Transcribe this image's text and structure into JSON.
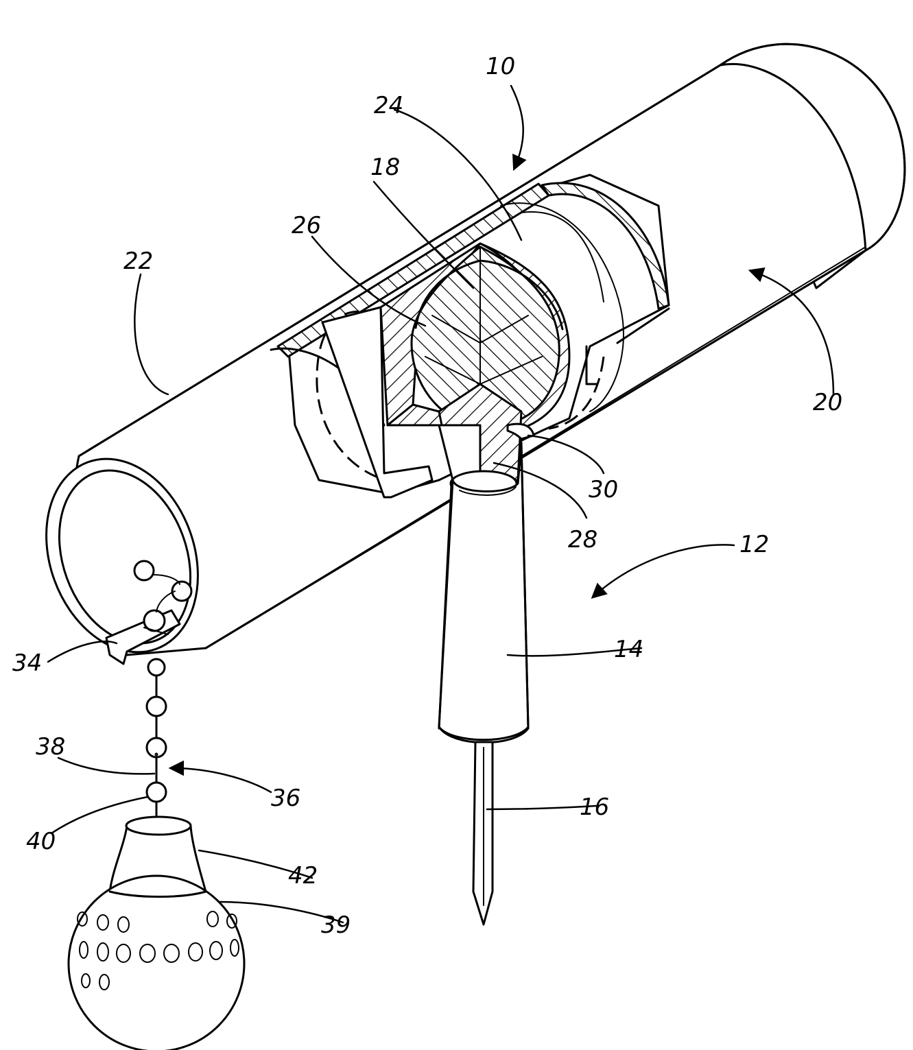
{
  "labels": {
    "r10": "10",
    "r12": "12",
    "r14": "14",
    "r16": "16",
    "r18": "18",
    "r20": "20",
    "r22": "22",
    "r24": "24",
    "r26": "26",
    "r28": "28",
    "r30": "30",
    "r34": "34",
    "r36": "36",
    "r38": "38",
    "r39": "39",
    "r40": "40",
    "r42": "42"
  }
}
